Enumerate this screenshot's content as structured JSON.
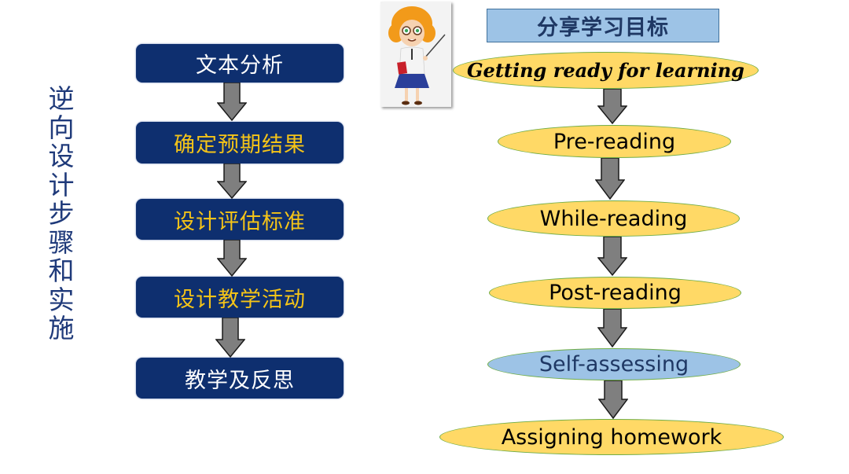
{
  "left_panel": {
    "vertical_title": [
      "逆",
      "向",
      "设",
      "计",
      "步",
      "骤",
      "和",
      "实",
      "施"
    ],
    "steps": [
      {
        "label": "文本分析",
        "text_color": "#ffffff"
      },
      {
        "label": "确定预期结果",
        "text_color": "#f5c418"
      },
      {
        "label": "设计评估标准",
        "text_color": "#f5c418"
      },
      {
        "label": "设计教学活动",
        "text_color": "#f5c418"
      },
      {
        "label": "教学及反思",
        "text_color": "#ffffff"
      }
    ]
  },
  "right_panel": {
    "title": "分享学习目标",
    "illustration": "teacher-with-pointer-illustration",
    "stages": [
      {
        "label": "Getting ready for learning",
        "fill": "#ffd966"
      },
      {
        "label": "Pre-reading",
        "fill": "#ffd966"
      },
      {
        "label": "While-reading",
        "fill": "#ffd966"
      },
      {
        "label": "Post-reading",
        "fill": "#ffd966"
      },
      {
        "label": "Self-assessing",
        "fill": "#9dc3e6"
      },
      {
        "label": "Assigning homework",
        "fill": "#ffd966"
      }
    ]
  },
  "colors": {
    "step_box": "#0e2f6f",
    "arrow_fill": "#7f7f7f",
    "ellipse_border": "#70ad47",
    "title_box": "#9dc3e6"
  }
}
